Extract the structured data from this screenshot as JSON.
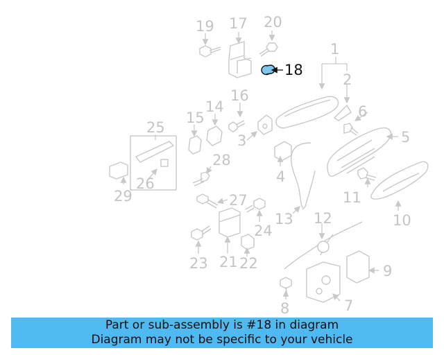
{
  "diagram": {
    "highlight_part": "18",
    "highlight_color": "#7dc6ee",
    "callouts": [
      "1",
      "2",
      "3",
      "4",
      "5",
      "6",
      "7",
      "8",
      "9",
      "10",
      "11",
      "12",
      "13",
      "14",
      "15",
      "16",
      "17",
      "18",
      "19",
      "20",
      "21",
      "22",
      "23",
      "24",
      "25",
      "26",
      "27",
      "28",
      "29"
    ]
  },
  "banner": {
    "line1": "Part or sub-assembly is #18 in diagram",
    "line2": "Diagram may not be specific to your vehicle",
    "color": "#4fbaf2"
  }
}
